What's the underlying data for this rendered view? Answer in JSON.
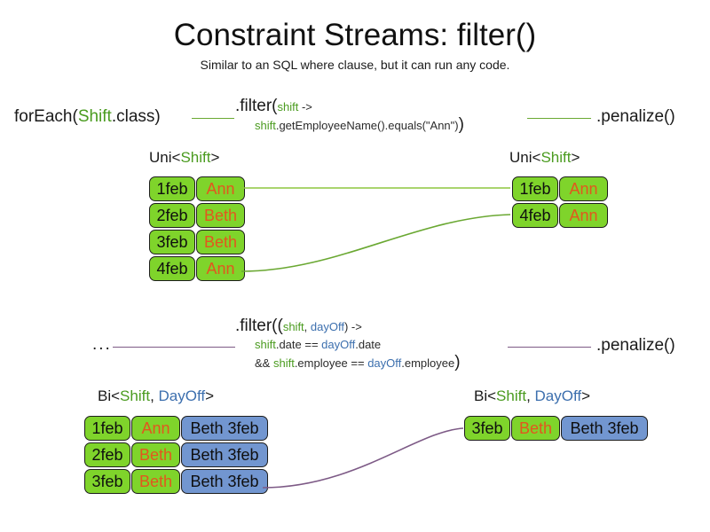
{
  "header": {
    "title": "Constraint Streams: filter()",
    "subtitle": "Similar to an SQL where clause, but it can run any code."
  },
  "colors": {
    "shift_green": "#4a9b1f",
    "dayoff_blue": "#3c6fae",
    "box_green": "#7fd42b",
    "box_blue": "#7296d0",
    "name_orange": "#e2571e",
    "link_green": "#6aa832",
    "link_purple": "#7d5a86"
  },
  "uni_row": {
    "source_label": "forEach(",
    "source_type": "Shift",
    "source_label_tail": ".class)",
    "filter_prefix": ".filter(",
    "filter_param": "shift",
    "filter_arrow": " ->",
    "filter_body_var": "shift",
    "filter_body_rest": ".getEmployeeName().equals(\"Ann\")",
    "filter_close": ")",
    "sink_label": ".penalize()",
    "input_caption_prefix": "Uni<",
    "input_caption_type": "Shift",
    "input_caption_suffix": ">",
    "output_caption_prefix": "Uni<",
    "output_caption_type": "Shift",
    "output_caption_suffix": ">",
    "input_rows": [
      {
        "date": "1feb",
        "name": "Ann"
      },
      {
        "date": "2feb",
        "name": "Beth"
      },
      {
        "date": "3feb",
        "name": "Beth"
      },
      {
        "date": "4feb",
        "name": "Ann"
      }
    ],
    "output_rows": [
      {
        "date": "1feb",
        "name": "Ann"
      },
      {
        "date": "4feb",
        "name": "Ann"
      }
    ]
  },
  "bi_row": {
    "source_label": "...",
    "filter_prefix": ".filter((",
    "filter_param_a": "shift",
    "filter_param_sep": ", ",
    "filter_param_b": "dayOff",
    "filter_arrow": ") ->",
    "filter_line2_a": "shift",
    "filter_line2_mid": ".date == ",
    "filter_line2_b": "dayOff",
    "filter_line2_tail": ".date",
    "filter_line3_pre": "&& ",
    "filter_line3_a": "shift",
    "filter_line3_mid": ".employee == ",
    "filter_line3_b": "dayOff",
    "filter_line3_tail": ".employee",
    "filter_close": ")",
    "sink_label": ".penalize()",
    "input_caption_prefix": "Bi<",
    "input_caption_type_a": "Shift",
    "input_caption_sep": ", ",
    "input_caption_type_b": "DayOff",
    "input_caption_suffix": ">",
    "output_caption_prefix": "Bi<",
    "output_caption_type_a": "Shift",
    "output_caption_sep": ", ",
    "output_caption_type_b": "DayOff",
    "output_caption_suffix": ">",
    "input_rows": [
      {
        "date": "1feb",
        "name": "Ann",
        "dayoff": "Beth 3feb"
      },
      {
        "date": "2feb",
        "name": "Beth",
        "dayoff": "Beth 3feb"
      },
      {
        "date": "3feb",
        "name": "Beth",
        "dayoff": "Beth 3feb"
      }
    ],
    "output_rows": [
      {
        "date": "3feb",
        "name": "Beth",
        "dayoff": "Beth 3feb"
      }
    ]
  }
}
